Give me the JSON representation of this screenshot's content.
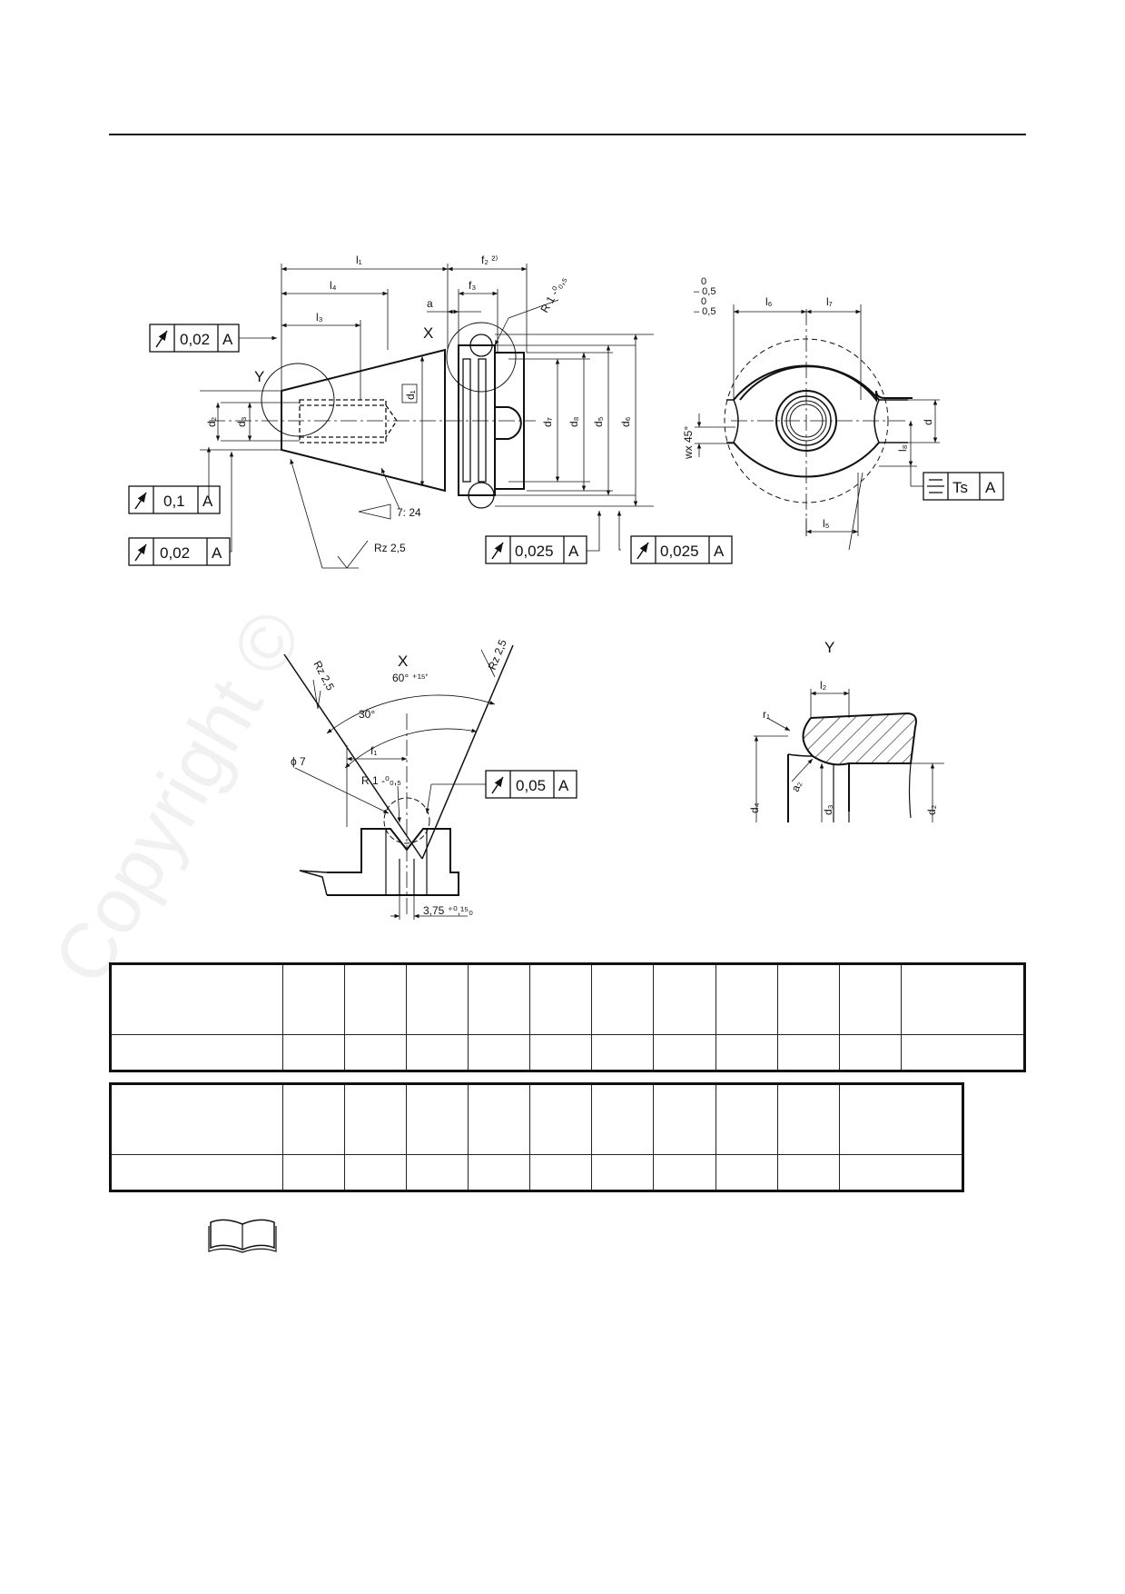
{
  "drawing": {
    "labels": {
      "l1": "l₁",
      "l4": "l₄",
      "l3": "l₃",
      "f2": "f₂ ²⁾",
      "f3": "f₃",
      "a": "a",
      "r1_main": "R 1 -⁰₀,₅",
      "x_main": "X",
      "y_main": "Y",
      "d2": "d₂",
      "d3": "d₃",
      "d1": "d₁",
      "d7": "d₇",
      "d8": "d₈",
      "d5": "d₅",
      "d6": "d₆",
      "taper": "7: 24",
      "rz_main": "Rz 2,5",
      "tol_top": [
        "0",
        "– 0,5",
        "0",
        "– 0,5"
      ],
      "l6": "l₆",
      "l7": "l₇",
      "l5": "l₅",
      "l8": "l₈",
      "d": "d",
      "chamfer": "wx 45°",
      "x_detail": "X",
      "rz_left": "Rz 2,5",
      "rz_right": "Rz 2,5",
      "angle60": "60° ⁺¹⁵'",
      "angle30": "30°",
      "f1": "f₁",
      "phi7": "ϕ 7",
      "r1_detail": "R 1 -⁰₀,₅",
      "dim375": "3,75 ⁺⁰,¹⁵₀",
      "y_detail": "Y",
      "l2": "l₂",
      "r1y": "r₁",
      "a2": "a₂",
      "d4": "d₄",
      "d3y": "d₃",
      "d2y": "d₂"
    },
    "frames": {
      "f1": {
        "value": "0,02",
        "datum": "A"
      },
      "f2": {
        "value": "0,1",
        "datum": "A"
      },
      "f3": {
        "value": "0,02",
        "datum": "A"
      },
      "f4": {
        "value": "0,025",
        "datum": "A"
      },
      "f5": {
        "value": "0,025",
        "datum": "A"
      },
      "f6": {
        "value": "Ts",
        "datum": "A"
      },
      "f7": {
        "value": "0,05",
        "datum": "A"
      }
    }
  },
  "watermark": "Copyright ©"
}
